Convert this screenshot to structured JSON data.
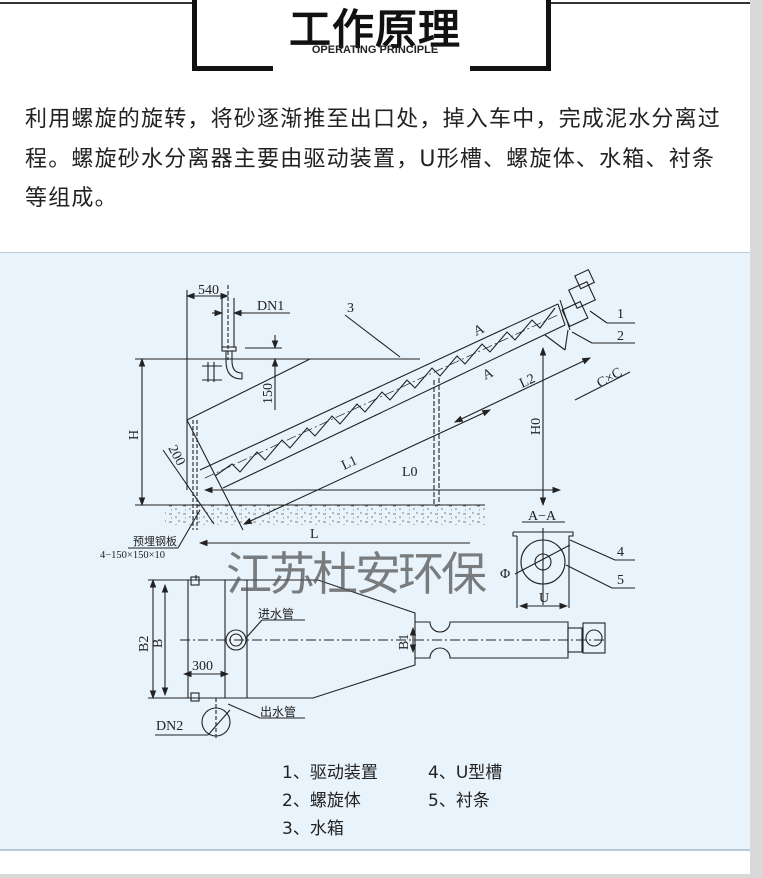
{
  "header": {
    "title": "工作原理",
    "subtitle": "OPERATING PRINCIPLE"
  },
  "description": "利用螺旋的旋转，将砂逐渐推至出口处，掉入车中，完成泥水分离过程。螺旋砂水分离器主要由驱动装置，U形槽、螺旋体、水箱、衬条等组成。",
  "diagram": {
    "dimensions": {
      "d540": "540",
      "dn1": "DN1",
      "d150": "150",
      "h": "H",
      "d200": "200",
      "l1": "L1",
      "l0": "L0",
      "l": "L",
      "l2": "L2",
      "h0": "H0",
      "cxc": "C×C",
      "a_upper": "A",
      "a_lower": "A",
      "section": "A−A",
      "u": "U",
      "phi": "Φ",
      "b2": "B2",
      "b": "B",
      "b1": "B1",
      "d300": "300",
      "dn2": "DN2"
    },
    "callouts": {
      "n1": "1",
      "n2": "2",
      "n3": "3",
      "n4": "4",
      "n5": "5"
    },
    "labels": {
      "embedded_plate": "预埋钢板",
      "embedded_plate_spec": "4−150×150×10",
      "inlet_pipe": "进水管",
      "outlet_pipe": "出水管"
    },
    "watermark": "江苏杜安环保",
    "legend": [
      "1、驱动装置",
      "4、U型槽",
      "2、螺旋体",
      "5、衬条",
      "3、水箱"
    ]
  },
  "colors": {
    "panel_background": "#e8f3fb",
    "line": "#222222"
  }
}
